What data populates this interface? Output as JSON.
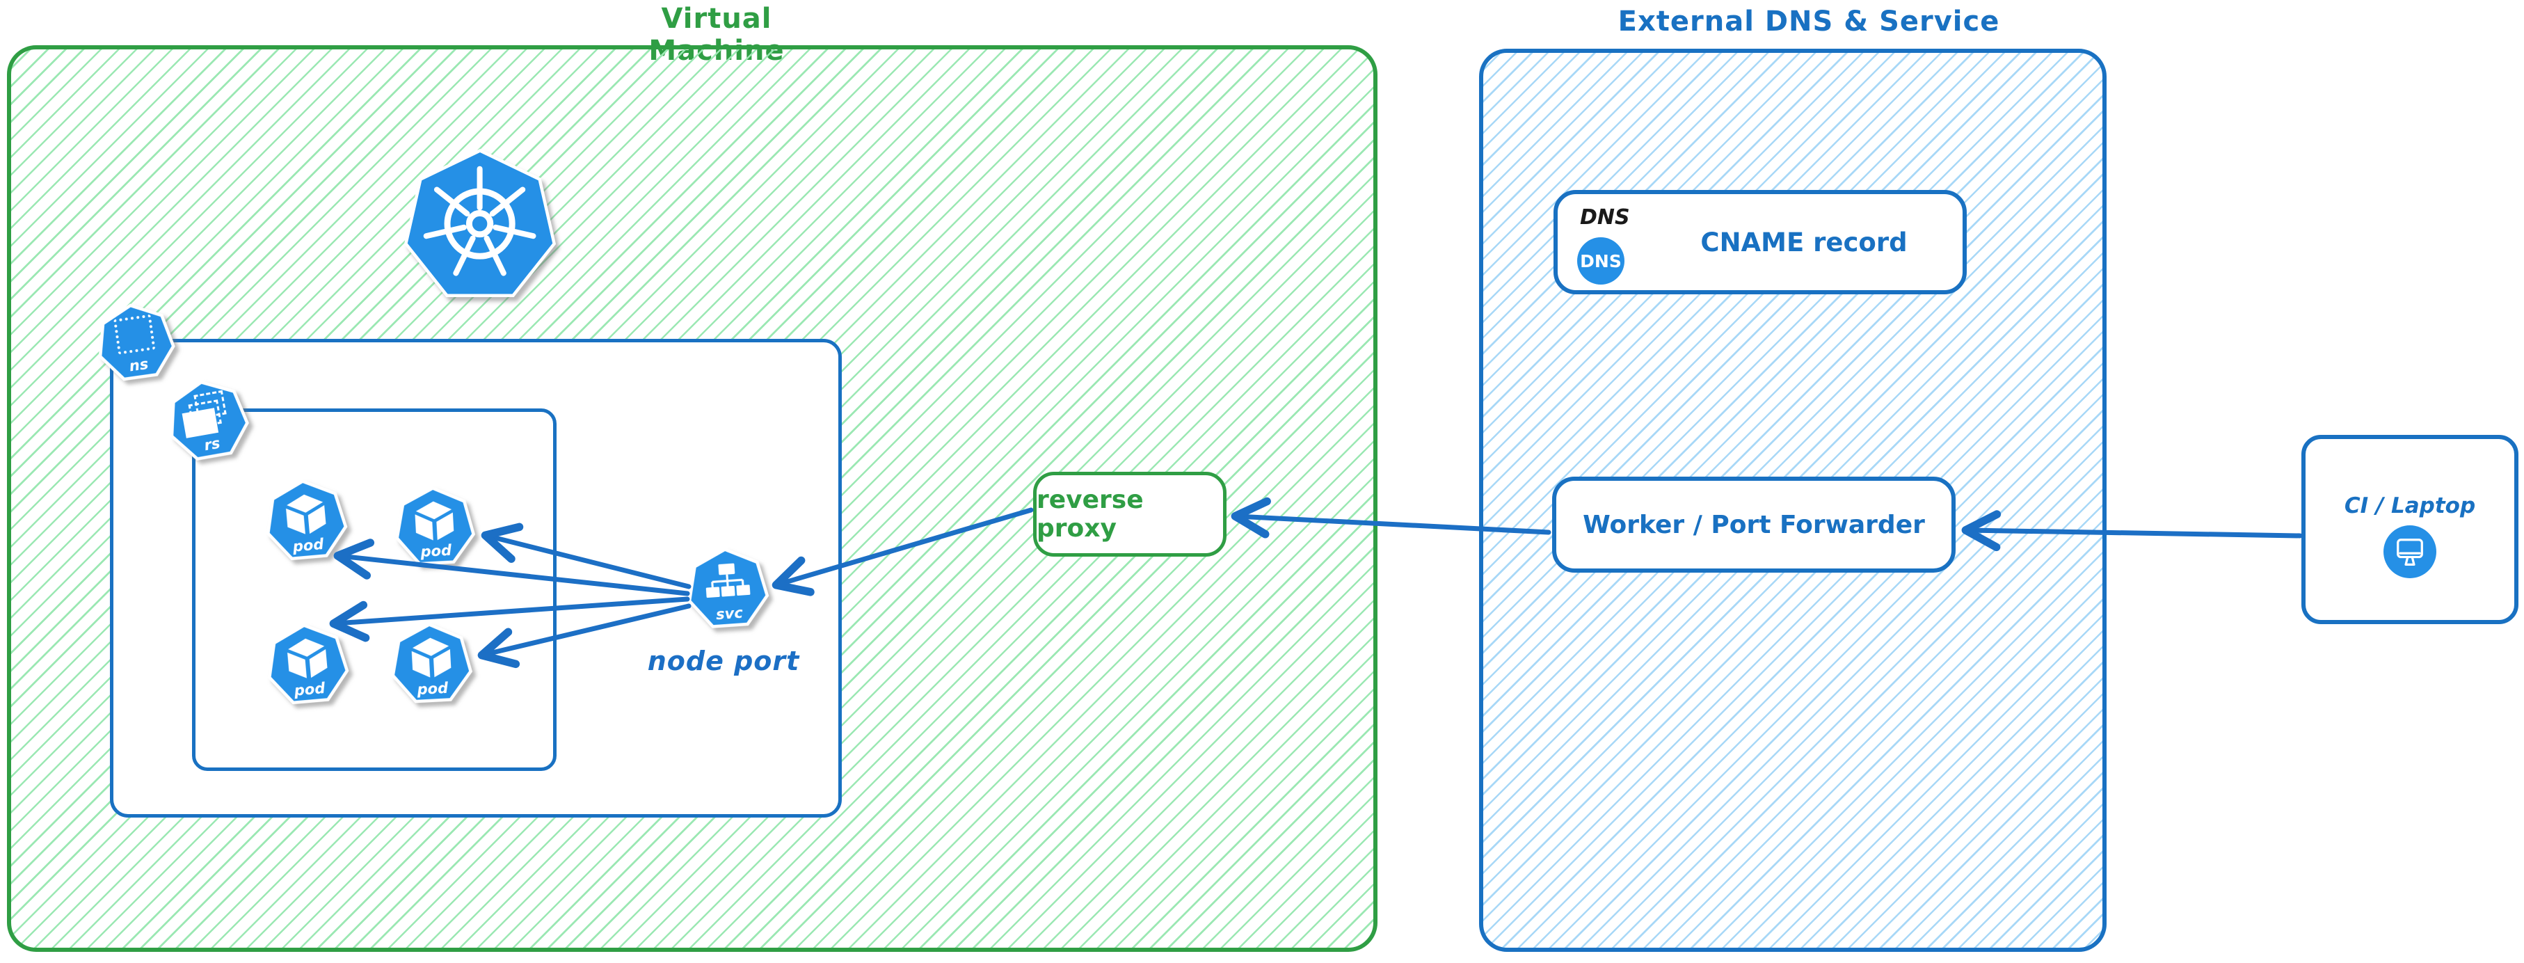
{
  "colors": {
    "green": "#2f9e44",
    "green_hatch": "#9be8b3",
    "blue": "#1971c2",
    "blue_hatch": "#a8d8f7",
    "icon_blue": "#2590e6",
    "arrow_blue": "#1c6fc5"
  },
  "vm": {
    "title": "Virtual Machine",
    "namespace_badge": "ns",
    "replicaset_badge": "rs",
    "pods": [
      "pod",
      "pod",
      "pod",
      "pod"
    ],
    "service_badge": "svc",
    "service_label": "node port"
  },
  "reverse_proxy": {
    "label": "reverse proxy"
  },
  "external": {
    "title": "External DNS & Service",
    "dns_tag": "DNS",
    "dns_icon_text": "DNS",
    "dns_label": "CNAME record",
    "worker_label": "Worker / Port Forwarder"
  },
  "client": {
    "label": "CI / Laptop"
  }
}
